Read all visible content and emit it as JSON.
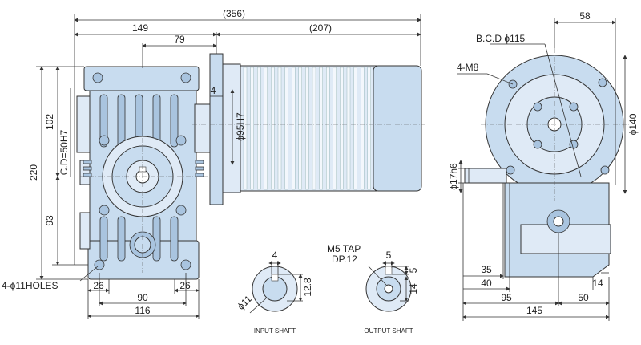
{
  "dims": {
    "overall": "(356)",
    "gear_len": "149",
    "motor_len": "(207)",
    "flange": "79",
    "small4": "4",
    "height_top": "102",
    "height_total": "220",
    "height_bottom": "93",
    "cd": "C.D=50H7",
    "motor_dia": "ϕ95H7",
    "holes": "4-ϕ11HOLES",
    "base_26a": "26",
    "base_26b": "26",
    "base_90": "90",
    "base_116": "116",
    "side_58": "58",
    "bcd": "B.C.D ϕ115",
    "m8": "4-M8",
    "dia140": "ϕ140",
    "shaft17": "ϕ17h6",
    "s35": "35",
    "s40": "40",
    "s95": "95",
    "s145": "145",
    "s50": "50",
    "s14": "14"
  },
  "input_shaft": {
    "key": "4",
    "dia": "ϕ11",
    "depth": "12.8",
    "caption": "INPUT SHAFT"
  },
  "output_shaft": {
    "tap": "M5 TAP",
    "dp": "DP.12",
    "key": "5",
    "k5": "5",
    "h14": "14",
    "caption": "OUTPUT SHAFT"
  }
}
